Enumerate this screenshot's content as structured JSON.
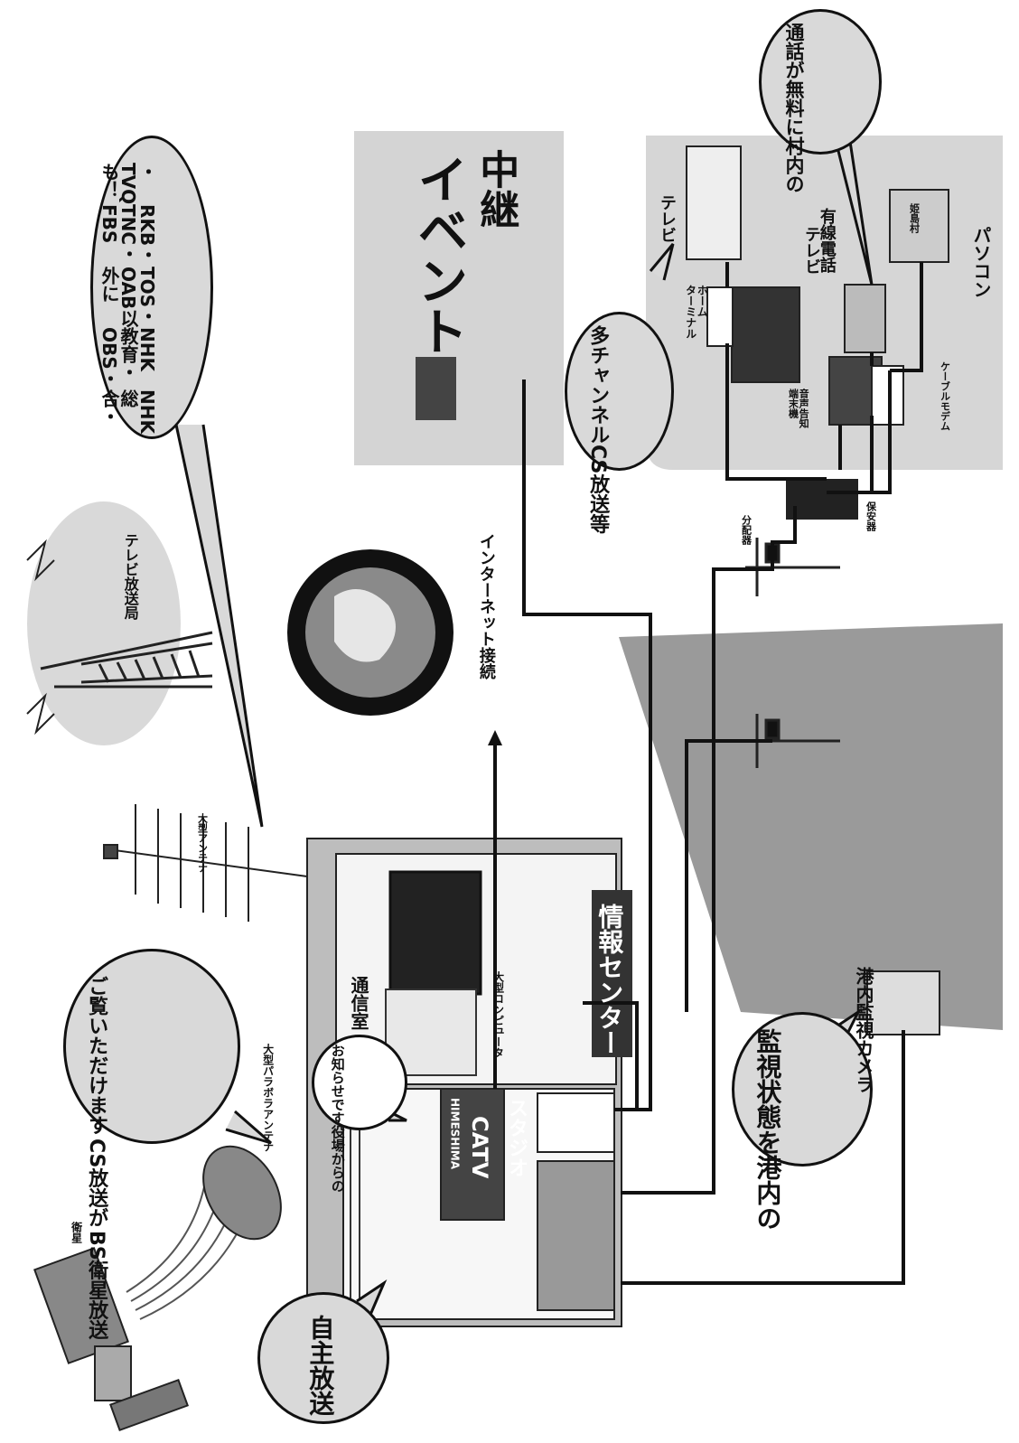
{
  "labels": {
    "satellite": "衛星",
    "parabola_antenna": "大型パラボラアンテナ",
    "large_antenna": "大型アンテナ",
    "tv_station": "テレビ放送局",
    "internet": "インターネット接続",
    "event_relay_line1": "イベント",
    "event_relay_line2": "中継",
    "communication_room": "通信室",
    "large_computer": "大型コンピュータ",
    "info_center": "情報センター",
    "studio": "スタジオ",
    "studio_sign_line1": "HIMESHIMA",
    "studio_sign_line2": "CATV",
    "harbor_camera": "港内監視カメラ",
    "distributor": "分配器",
    "protector": "保安器",
    "home_terminal": "ホーム\nターミナル",
    "tv_1": "テレビ",
    "tv_2": "テレビ",
    "audio_notice": "音声告知\n端末機",
    "wired_phone": "有線電話",
    "cable_modem": "ケーブルモデム",
    "pc": "パソコン",
    "pc_screen": "姫島村"
  },
  "bubbles": {
    "self_broadcast": "自主放送",
    "bs_cs": [
      "BS衛星放送",
      "CS放送が",
      "ご覧いただけます"
    ],
    "office_notice": [
      "役場からの",
      "お知らせです"
    ],
    "channels": [
      "NHK総合・",
      "NHK教育・OBS・",
      "TOS・OAB以外に",
      "RKB・TNC・FBS",
      "・TVQも！"
    ],
    "cs_multichannel": [
      "CS放送等",
      "多チャンネル"
    ],
    "free_calls": [
      "村内の",
      "通話が無料に"
    ],
    "harbor_monitor": [
      "港内の",
      "状態を",
      "監視"
    ]
  }
}
